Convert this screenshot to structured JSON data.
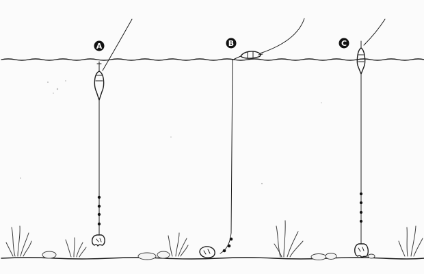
{
  "diagram": {
    "rigs": [
      {
        "id": "rig-a",
        "marker": "A"
      },
      {
        "id": "rig-b",
        "marker": "B"
      },
      {
        "id": "rig-c",
        "marker": "C"
      }
    ]
  },
  "colors": {
    "ink": "#1c1c1c",
    "background": "#fbfbfb"
  }
}
